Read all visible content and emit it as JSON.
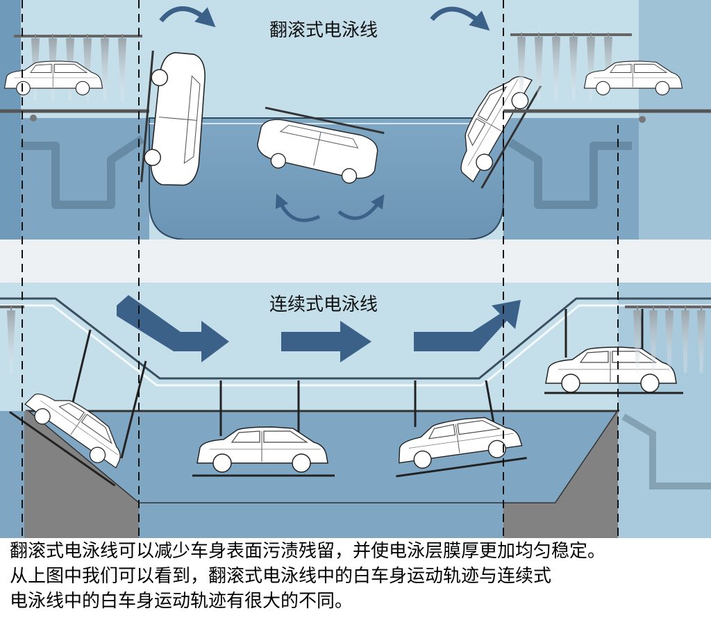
{
  "labels": {
    "tumbling": "翻滚式电泳线",
    "continuous": "连续式电泳线"
  },
  "caption": {
    "line1": "翻滚式电泳线可以减少车身表面污渍残留，并使电泳层膜厚更加均匀稳定。",
    "line2": "从上图中我们可以看到，翻滚式电泳线中的白车身运动轨迹与连续式",
    "line3": "电泳线中的白车身运动轨迹有很大的不同。"
  },
  "colors": {
    "sky": "#c5dfea",
    "tank": "#6f9ab9",
    "liquid": "#7fa7c4",
    "arrow": "#3b6188",
    "wall": "#828282",
    "divider": "#eef1f3"
  }
}
